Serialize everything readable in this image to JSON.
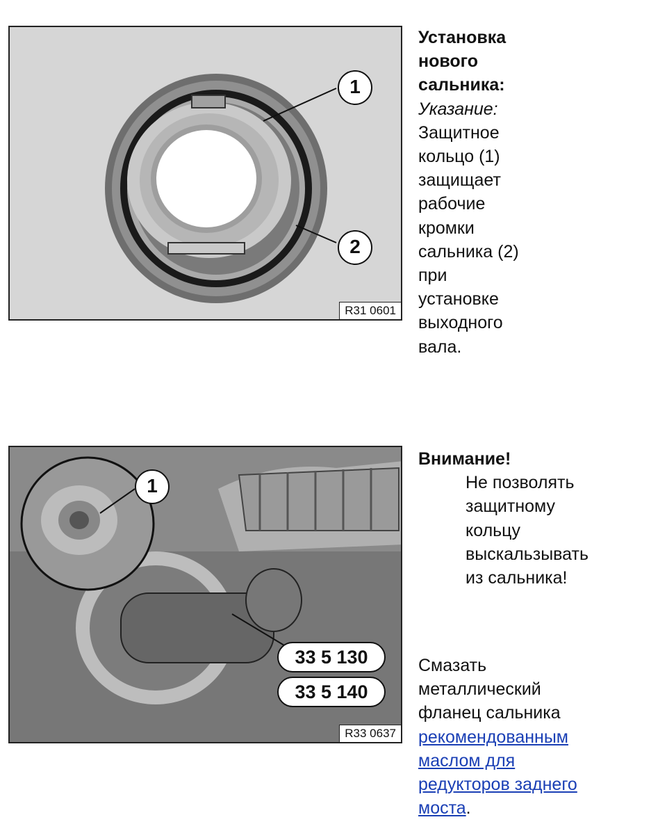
{
  "figure1": {
    "code": "R31 0601",
    "callouts": [
      "1",
      "2"
    ]
  },
  "figure2": {
    "code": "R33 0637",
    "callouts": [
      "1"
    ],
    "tools": [
      "33 5 130",
      "33 5 140"
    ]
  },
  "block1": {
    "heading_lines": [
      "Установка",
      "нового",
      "сальника:"
    ],
    "note_label": "Указание:",
    "body_lines": [
      "Защитное",
      "кольцо (1)",
      "защищает",
      "рабочие",
      "кромки",
      "сальника (2)",
      "при",
      "установке",
      "выходного",
      "вала."
    ]
  },
  "block2": {
    "warning_label": "Внимание!",
    "body_lines": [
      "Не позволять",
      "защитному",
      "кольцу",
      "выскальзывать",
      "из сальника!"
    ]
  },
  "block3": {
    "lines": [
      "Смазать",
      "металлический",
      "фланец сальника"
    ],
    "link_lines": [
      "рекомендованным",
      "маслом для",
      "редукторов заднего",
      "моста"
    ],
    "tail": "."
  }
}
